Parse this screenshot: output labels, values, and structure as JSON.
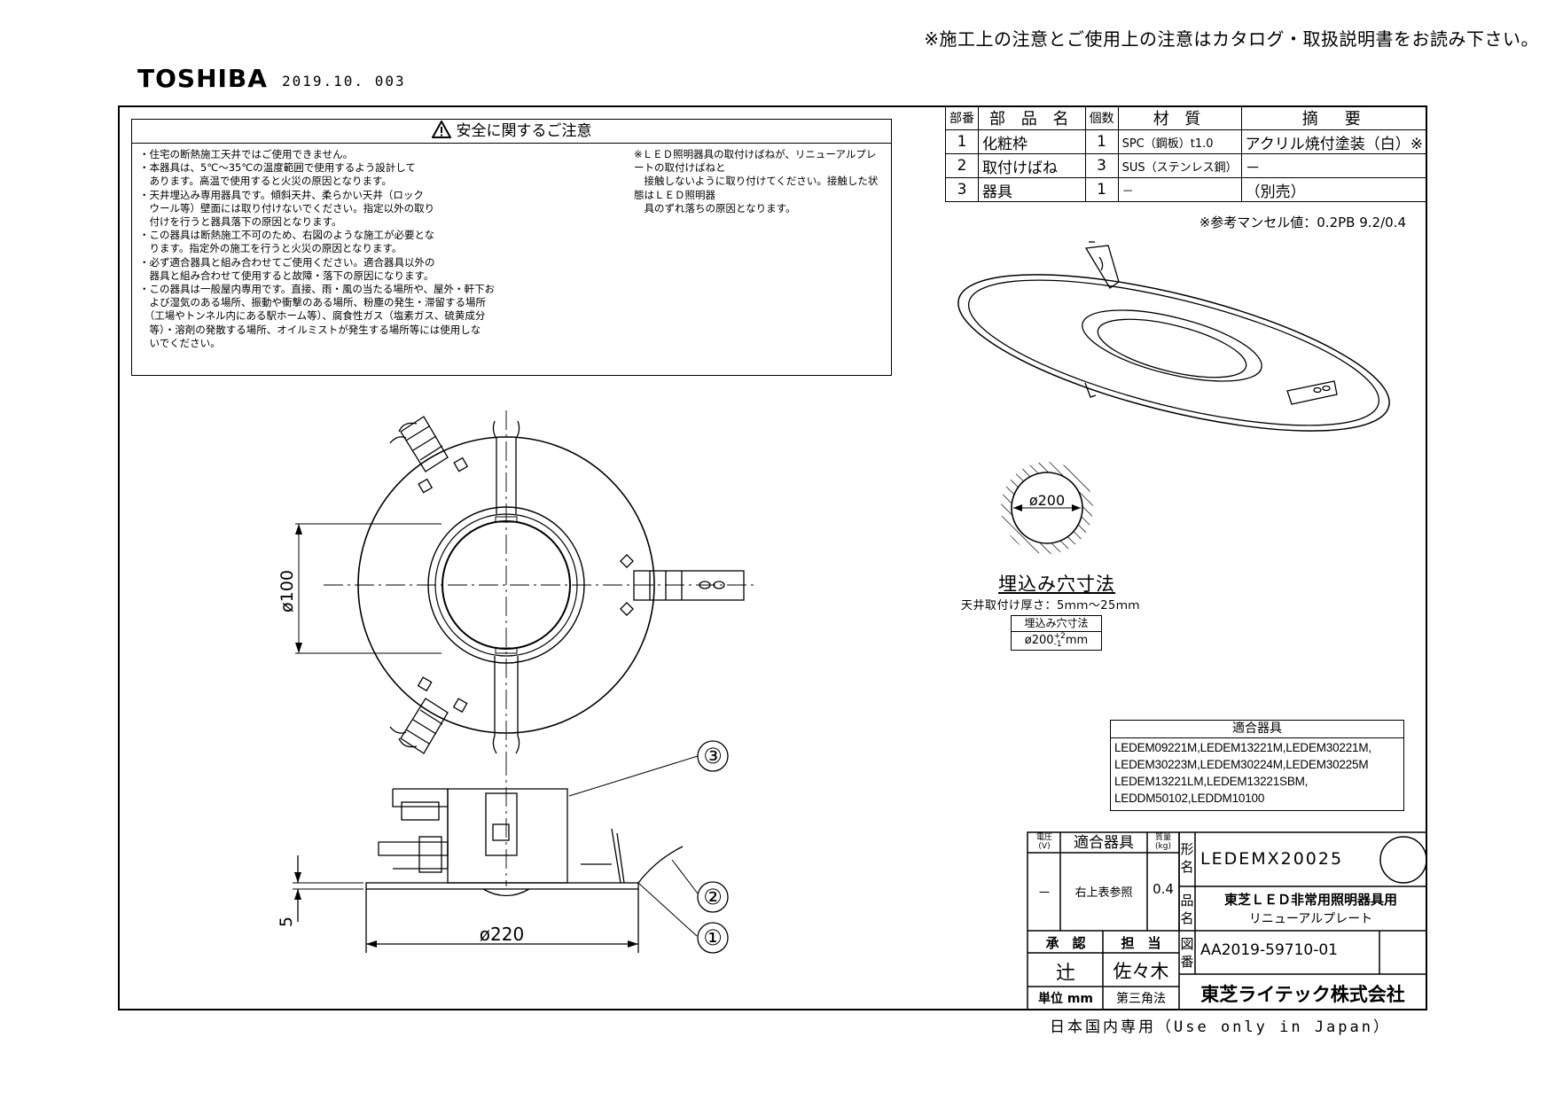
{
  "header": {
    "notice": "※施工上の注意とご使用上の注意はカタログ・取扱説明書をお読み下さい。",
    "brand": "TOSHIBA",
    "doc_date": "2019.10. 003"
  },
  "safety": {
    "title": "安全に関するご注意",
    "col1": [
      "・住宅の断熱施工天井ではご使用できません。",
      "・本器具は、5℃～35℃の温度範囲で使用するよう設計して",
      "　あります。高温で使用すると火災の原因となります。",
      "・天井埋込み専用器具です。傾斜天井、柔らかい天井（ロック",
      "　ウール等）壁面には取り付けないでください。指定以外の取り",
      "　付けを行うと器具落下の原因となります。",
      "・この器具は断熱施工不可のため、右図のような施工が必要とな",
      "　ります。指定外の施工を行うと火災の原因となります。",
      "・必ず適合器具と組み合わせてご使用ください。適合器具以外の",
      "　器具と組み合わせて使用すると故障・落下の原因になります。",
      "・この器具は一般屋内専用です。直接、雨・風の当たる場所や、屋外・軒下お",
      "　よび湿気のある場所、振動や衝撃のある場所、粉塵の発生・滞留する場所",
      "　（工場やトンネル内にある駅ホーム等）、腐食性ガス（塩素ガス、硫黄成分",
      "　等）・溶剤の発散する場所、オイルミストが発生する場所等には使用しな",
      "　いでください。"
    ],
    "col2": [
      "※ＬＥＤ照明器具の取付けばねが、リニューアルプレートの取付けばねと",
      "　接触しないように取り付けてください。接触した状態はＬＥＤ照明器",
      "　具のずれ落ちの原因となります。"
    ]
  },
  "parts_table": {
    "headers": [
      "部番",
      "部 品 名",
      "個数",
      "材 質",
      "摘　要"
    ],
    "rows": [
      [
        "1",
        "化粧枠",
        "1",
        "SPC（鋼板）t1.0",
        "アクリル焼付塗装（白）※"
      ],
      [
        "2",
        "取付けばね",
        "3",
        "SUS（ステンレス鋼）",
        "－"
      ],
      [
        "3",
        "器具",
        "1",
        "－",
        "（別売）"
      ]
    ]
  },
  "munsell_note": "※参考マンセル値：0.2PB 9.2/0.4",
  "drawing": {
    "dim_100": "ø100",
    "dim_220": "ø220",
    "dim_5": "5",
    "callouts": [
      "③",
      "②",
      "①"
    ],
    "hole_dia": "ø200"
  },
  "hole": {
    "title": "埋込み穴寸法",
    "ceiling": "天井取付け厚さ：5ｍｍ～25ｍｍ",
    "box_title": "埋込み穴寸法",
    "box_value": "ø200",
    "box_tol_upper": "+2",
    "box_tol_lower": "-1",
    "box_unit": "mm"
  },
  "compat": {
    "title": "適合器具",
    "lines": [
      "LEDEM09221M,LEDEM13221M,LEDEM30221M,",
      "LEDEM30223M,LEDEM30224M,LEDEM30225M",
      "LEDEM13221LM,LEDEM13221SBM,",
      "LEDDM50102,LEDDM10100"
    ]
  },
  "title_block": {
    "voltage_label": "電圧\n(V)",
    "compat_label": "適合器具",
    "mass_label": "質量\n(kg)",
    "model_label": "形名",
    "voltage": "－",
    "compat_value": "右上表参照",
    "mass": "0.4",
    "model": "LEDEMX20025",
    "product_label": "品名",
    "product_line1": "東芝ＬＥＤ非常用照明器具用",
    "product_line2": "リニューアルプレート",
    "approve_label": "承　認",
    "charge_label": "担　当",
    "drawing_no_label": "図番",
    "drawing_no": "AA2019-59710-01",
    "approver": "辻",
    "person": "佐々木",
    "unit": "単位 mm",
    "projection": "第三角法",
    "company": "東芝ライテック株式会社"
  },
  "footer_note": "日本国内専用（Use only in Japan）"
}
